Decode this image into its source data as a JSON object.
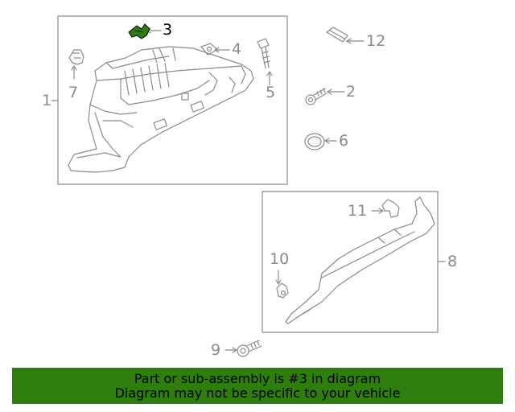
{
  "diagram": {
    "callouts": {
      "c1": "1",
      "c2": "2",
      "c3": "3",
      "c4": "4",
      "c5": "5",
      "c6": "6",
      "c7": "7",
      "c8": "8",
      "c9": "9",
      "c10": "10",
      "c11": "11",
      "c12": "12"
    },
    "highlighted_part": "3",
    "highlight_color": "#2e7d0e",
    "line_color": "#8a8a8a"
  },
  "banner": {
    "line1": "Part or sub-assembly is #3 in diagram",
    "line2": "Diagram may not be specific to your vehicle",
    "background": "#2e7d0e"
  }
}
